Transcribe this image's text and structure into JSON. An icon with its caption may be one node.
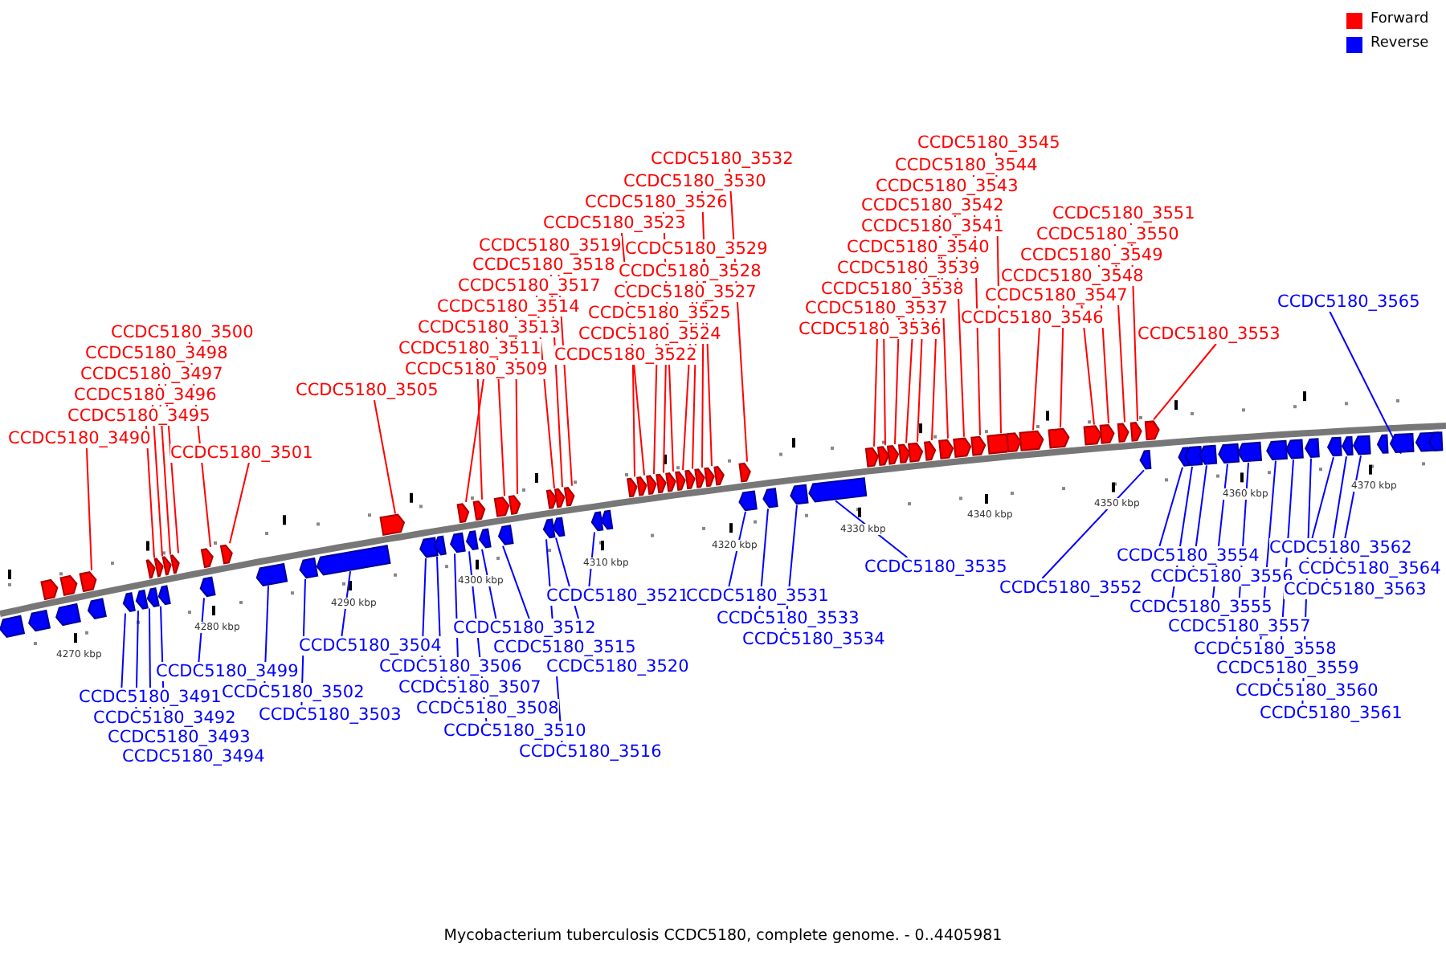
{
  "diagram": {
    "caption": "Mycobacterium tuberculosis CCDC5180, complete genome. - 0..4405981",
    "nodes": [
      {
        "text": [
          "CCDC5180_3490"
        ]
      },
      {
        "text": [
          "CCDC5180_3495"
        ]
      },
      {
        "text": [
          "CCDC5180_3496"
        ]
      },
      {
        "text": [
          "CCDC5180_3497"
        ]
      },
      {
        "text": [
          "CCDC5180_3498"
        ]
      },
      {
        "text": [
          "CCDC5180_3500"
        ]
      },
      {
        "text": [
          "CCDC5180_3501"
        ]
      },
      {
        "text": [
          "CCDC5180_3505"
        ]
      },
      {
        "text": [
          "CCDC5180_3509"
        ]
      },
      {
        "text": [
          "CCDC5180_3511"
        ]
      },
      {
        "text": [
          "CCDC5180_3513"
        ]
      },
      {
        "text": [
          "CCDC5180_3514"
        ]
      },
      {
        "text": [
          "CCDC5180_3517"
        ]
      },
      {
        "text": [
          "CCDC5180_3518"
        ]
      },
      {
        "text": [
          "CCDC5180_3519"
        ]
      },
      {
        "text": [
          "CCDC5180_3523"
        ]
      },
      {
        "text": [
          "CCDC5180_3526"
        ]
      },
      {
        "text": [
          "CCDC5180_3530"
        ]
      },
      {
        "text": [
          "CCDC5180_3532"
        ]
      },
      {
        "text": [
          "CCDC5180_3522"
        ]
      },
      {
        "text": [
          "CCDC5180_3524"
        ]
      },
      {
        "text": [
          "CCDC5180_3525"
        ]
      },
      {
        "text": [
          "CCDC5180_3527"
        ]
      },
      {
        "text": [
          "CCDC5180_3528"
        ]
      },
      {
        "text": [
          "CCDC5180_3529"
        ]
      },
      {
        "text": [
          "CCDC5180_3536"
        ]
      },
      {
        "text": [
          "CCDC5180_3537"
        ]
      },
      {
        "text": [
          "CCDC5180_3538"
        ]
      },
      {
        "text": [
          "CCDC5180_3539"
        ]
      },
      {
        "text": [
          "CCDC5180_3540"
        ]
      },
      {
        "text": [
          "CCDC5180_3541"
        ]
      },
      {
        "text": [
          "CCDC5180_3542"
        ]
      },
      {
        "text": [
          "CCDC5180_3543"
        ]
      },
      {
        "text": [
          "CCDC5180_3544"
        ]
      },
      {
        "text": [
          "CCDC5180_3545"
        ]
      },
      {
        "text": [
          "CCDC5180_3546"
        ]
      },
      {
        "text": [
          "CCDC5180_3547"
        ]
      },
      {
        "text": [
          "CCDC5180_3548"
        ]
      },
      {
        "text": [
          "CCDC5180_3549"
        ]
      },
      {
        "text": [
          "CCDC5180_3550"
        ]
      },
      {
        "text": [
          "CCDC5180_3551"
        ]
      },
      {
        "text": [
          "CCDC5180_3553"
        ]
      },
      {
        "text": [
          "CCDC5180_3565"
        ]
      },
      {
        "text": [
          "CCDC5180_3491"
        ]
      },
      {
        "text": [
          "CCDC5180_3492"
        ]
      },
      {
        "text": [
          "CCDC5180_3493"
        ]
      },
      {
        "text": [
          "CCDC5180_3494"
        ]
      },
      {
        "text": [
          "CCDC5180_3499"
        ]
      },
      {
        "text": [
          "CCDC5180_3502"
        ]
      },
      {
        "text": [
          "CCDC5180_3503"
        ]
      },
      {
        "text": [
          "CCDC5180_3504"
        ]
      },
      {
        "text": [
          "CCDC5180_3506"
        ]
      },
      {
        "text": [
          "CCDC5180_3507"
        ]
      },
      {
        "text": [
          "CCDC5180_3508"
        ]
      },
      {
        "text": [
          "CCDC5180_3510"
        ]
      },
      {
        "text": [
          "CCDC5180_3512"
        ]
      },
      {
        "text": [
          "CCDC5180_3515"
        ]
      },
      {
        "text": [
          "CCDC5180_3516"
        ]
      },
      {
        "text": [
          "CCDC5180_3520"
        ]
      },
      {
        "text": [
          "CCDC5180_3521"
        ]
      },
      {
        "text": [
          "CCDC5180_3531"
        ]
      },
      {
        "text": [
          "CCDC5180_3533"
        ]
      },
      {
        "text": [
          "CCDC5180_3534"
        ]
      },
      {
        "text": [
          "CCDC5180_3535"
        ]
      },
      {
        "text": [
          "CCDC5180_3552"
        ]
      },
      {
        "text": [
          "CCDC5180_3554"
        ]
      },
      {
        "text": [
          "CCDC5180_3555"
        ]
      },
      {
        "text": [
          "CCDC5180_3556"
        ]
      },
      {
        "text": [
          "CCDC5180_3557"
        ]
      },
      {
        "text": [
          "CCDC5180_3558"
        ]
      },
      {
        "text": [
          "CCDC5180_3559"
        ]
      },
      {
        "text": [
          "CCDC5180_3560"
        ]
      },
      {
        "text": [
          "CCDC5180_3561"
        ]
      },
      {
        "text": [
          "CCDC5180_3562"
        ]
      },
      {
        "text": [
          "CCDC5180_3563"
        ]
      },
      {
        "text": [
          "CCDC5180_3564"
        ]
      },
      {
        "text": [],
        "shape": "arrow"
      },
      {
        "text": [],
        "shape": "arrow"
      },
      {
        "text": [],
        "shape": "arrow"
      },
      {
        "text": [],
        "shape": "arrow"
      },
      {
        "text": [],
        "shape": "arrow"
      },
      {
        "text": [],
        "shape": "arrow"
      },
      {
        "text": [],
        "shape": "arrow"
      },
      {
        "text": [],
        "shape": "arrow"
      },
      {
        "text": [],
        "shape": "arrow"
      },
      {
        "text": [],
        "shape": "arrow"
      },
      {
        "text": [],
        "shape": "arrow"
      },
      {
        "text": [],
        "shape": "arrow"
      },
      {
        "text": [],
        "shape": "arrow"
      },
      {
        "text": [],
        "shape": "arrow"
      },
      {
        "text": [],
        "shape": "arrow"
      },
      {
        "text": [],
        "shape": "arrow"
      },
      {
        "text": [],
        "shape": "arrow"
      },
      {
        "text": [],
        "shape": "arrow"
      },
      {
        "text": [],
        "shape": "arrow"
      },
      {
        "text": [],
        "shape": "arrow"
      },
      {
        "text": [],
        "shape": "arrow"
      },
      {
        "text": [],
        "shape": "arrow"
      },
      {
        "text": [],
        "shape": "arrow"
      },
      {
        "text": [],
        "shape": "arrow"
      },
      {
        "text": [],
        "shape": "arrow"
      },
      {
        "text": [],
        "shape": "arrow"
      },
      {
        "text": [],
        "shape": "arrow"
      },
      {
        "text": [],
        "shape": "arrow"
      },
      {
        "text": [],
        "shape": "arrow"
      },
      {
        "text": [],
        "shape": "arrow"
      },
      {
        "text": [],
        "shape": "arrow"
      },
      {
        "text": [],
        "shape": "arrow"
      },
      {
        "text": [],
        "shape": "arrow"
      },
      {
        "text": [],
        "shape": "arrow"
      },
      {
        "text": [],
        "shape": "arrow"
      },
      {
        "text": [],
        "shape": "arrow"
      },
      {
        "text": [],
        "shape": "arrow"
      },
      {
        "text": [],
        "shape": "arrow"
      },
      {
        "text": [],
        "shape": "arrow"
      },
      {
        "text": [],
        "shape": "arrow"
      },
      {
        "text": [],
        "shape": "arrow"
      },
      {
        "text": [],
        "shape": "arrow"
      },
      {
        "text": [],
        "shape": "arrow"
      },
      {
        "text": [],
        "shape": "arrow"
      },
      {
        "text": [],
        "shape": "arrow"
      },
      {
        "text": [],
        "shape": "arrow"
      },
      {
        "text": [],
        "shape": "arrow"
      },
      {
        "text": [],
        "shape": "arrow"
      },
      {
        "text": [],
        "shape": "arrow"
      },
      {
        "text": [],
        "shape": "arrow"
      },
      {
        "text": [],
        "shape": "arrow"
      },
      {
        "text": [],
        "shape": "arrow"
      },
      {
        "text": [],
        "shape": "arrow"
      },
      {
        "text": [],
        "shape": "arrow"
      },
      {
        "text": [],
        "shape": "arrow"
      },
      {
        "text": [],
        "shape": "arrow"
      },
      {
        "text": [],
        "shape": "arrow"
      },
      {
        "text": [],
        "shape": "arrow"
      },
      {
        "text": [],
        "shape": "arrow"
      },
      {
        "text": [],
        "shape": "arrow"
      },
      {
        "text": [],
        "shape": "arrow"
      },
      {
        "text": [],
        "shape": "arrow"
      },
      {
        "text": [],
        "shape": "arrow"
      },
      {
        "text": [],
        "shape": "arrow"
      },
      {
        "text": [],
        "shape": "arrow"
      },
      {
        "text": [],
        "shape": "arrow"
      },
      {
        "text": [],
        "shape": "arrow"
      },
      {
        "text": [],
        "shape": "arrow"
      },
      {
        "text": [],
        "shape": "arrow"
      },
      {
        "text": [],
        "shape": "arrow"
      },
      {
        "text": [],
        "shape": "arrow"
      },
      {
        "text": [],
        "shape": "arrow"
      },
      {
        "text": [],
        "shape": "arrow"
      },
      {
        "text": [],
        "shape": "arrow"
      },
      {
        "text": [],
        "shape": "arrow"
      },
      {
        "text": [],
        "shape": "arrow"
      },
      {
        "text": [],
        "shape": "arrow"
      },
      {
        "text": [],
        "shape": "arrow"
      },
      {
        "text": [],
        "shape": "arrow"
      },
      {
        "text": [],
        "shape": "arrow"
      },
      {
        "text": [],
        "shape": "arrow"
      },
      {
        "text": [],
        "shape": "arrow"
      },
      {
        "text": [],
        "shape": "arrow"
      },
      {
        "text": [],
        "shape": "arrow"
      },
      {
        "text": [],
        "shape": "arrow"
      },
      {
        "text": [],
        "shape": "arrow"
      },
      {
        "text": [],
        "shape": "arrow"
      },
      {
        "text": [],
        "shape": "arrow"
      }
    ],
    "edges": [
      {
        "from": 0,
        "to": 78,
        "arrow": "none"
      },
      {
        "from": 1,
        "to": 79,
        "arrow": "none"
      },
      {
        "from": 2,
        "to": 80,
        "arrow": "none"
      },
      {
        "from": 3,
        "to": 81,
        "arrow": "none"
      },
      {
        "from": 4,
        "to": 82,
        "arrow": "none"
      },
      {
        "from": 5,
        "to": 83,
        "arrow": "none"
      },
      {
        "from": 6,
        "to": 84,
        "arrow": "none"
      },
      {
        "from": 7,
        "to": 85,
        "arrow": "none"
      },
      {
        "from": 8,
        "to": 86,
        "arrow": "none"
      },
      {
        "from": 9,
        "to": 87,
        "arrow": "none"
      },
      {
        "from": 10,
        "to": 88,
        "arrow": "none"
      },
      {
        "from": 11,
        "to": 89,
        "arrow": "none"
      },
      {
        "from": 12,
        "to": 90,
        "arrow": "none"
      },
      {
        "from": 13,
        "to": 91,
        "arrow": "none"
      },
      {
        "from": 14,
        "to": 92,
        "arrow": "none"
      },
      {
        "from": 15,
        "to": 94,
        "arrow": "none"
      },
      {
        "from": 16,
        "to": 97,
        "arrow": "none"
      },
      {
        "from": 17,
        "to": 101,
        "arrow": "none"
      },
      {
        "from": 18,
        "to": 103,
        "arrow": "none"
      },
      {
        "from": 19,
        "to": 93,
        "arrow": "none"
      },
      {
        "from": 20,
        "to": 95,
        "arrow": "none"
      },
      {
        "from": 21,
        "to": 96,
        "arrow": "none"
      },
      {
        "from": 22,
        "to": 98,
        "arrow": "none"
      },
      {
        "from": 23,
        "to": 99,
        "arrow": "none"
      },
      {
        "from": 24,
        "to": 100,
        "arrow": "none"
      },
      {
        "from": 25,
        "to": 104,
        "arrow": "none"
      },
      {
        "from": 26,
        "to": 105,
        "arrow": "none"
      },
      {
        "from": 27,
        "to": 106,
        "arrow": "none"
      },
      {
        "from": 28,
        "to": 107,
        "arrow": "none"
      },
      {
        "from": 29,
        "to": 108,
        "arrow": "none"
      },
      {
        "from": 30,
        "to": 109,
        "arrow": "none"
      },
      {
        "from": 31,
        "to": 110,
        "arrow": "none"
      },
      {
        "from": 32,
        "to": 111,
        "arrow": "none"
      },
      {
        "from": 33,
        "to": 112,
        "arrow": "none"
      },
      {
        "from": 34,
        "to": 113,
        "arrow": "none"
      },
      {
        "from": 35,
        "to": 115,
        "arrow": "none"
      },
      {
        "from": 36,
        "to": 116,
        "arrow": "none"
      },
      {
        "from": 37,
        "to": 117,
        "arrow": "none"
      },
      {
        "from": 38,
        "to": 118,
        "arrow": "none"
      },
      {
        "from": 39,
        "to": 119,
        "arrow": "none"
      },
      {
        "from": 40,
        "to": 120,
        "arrow": "none"
      },
      {
        "from": 41,
        "to": 121,
        "arrow": "none"
      },
      {
        "from": 42,
        "to": 161,
        "arrow": "none",
        "color": "#0000ff"
      },
      {
        "from": 43,
        "to": 126,
        "arrow": "none",
        "color": "#0000ff"
      },
      {
        "from": 44,
        "to": 127,
        "arrow": "none",
        "color": "#0000ff"
      },
      {
        "from": 45,
        "to": 128,
        "arrow": "none",
        "color": "#0000ff"
      },
      {
        "from": 46,
        "to": 129,
        "arrow": "none",
        "color": "#0000ff"
      },
      {
        "from": 47,
        "to": 130,
        "arrow": "none",
        "color": "#0000ff"
      },
      {
        "from": 48,
        "to": 131,
        "arrow": "none",
        "color": "#0000ff"
      },
      {
        "from": 49,
        "to": 132,
        "arrow": "none",
        "color": "#0000ff"
      },
      {
        "from": 50,
        "to": 133,
        "arrow": "none",
        "color": "#0000ff"
      },
      {
        "from": 51,
        "to": 134,
        "arrow": "none",
        "color": "#0000ff"
      },
      {
        "from": 52,
        "to": 135,
        "arrow": "none",
        "color": "#0000ff"
      },
      {
        "from": 53,
        "to": 136,
        "arrow": "none",
        "color": "#0000ff"
      },
      {
        "from": 54,
        "to": 137,
        "arrow": "none",
        "color": "#0000ff"
      },
      {
        "from": 55,
        "to": 138,
        "arrow": "none",
        "color": "#0000ff"
      },
      {
        "from": 56,
        "to": 139,
        "arrow": "none",
        "color": "#0000ff"
      },
      {
        "from": 57,
        "to": 140,
        "arrow": "none",
        "color": "#0000ff"
      },
      {
        "from": 58,
        "to": 141,
        "arrow": "none",
        "color": "#0000ff"
      },
      {
        "from": 59,
        "to": 142,
        "arrow": "none",
        "color": "#0000ff"
      },
      {
        "from": 60,
        "to": 144,
        "arrow": "none",
        "color": "#0000ff"
      },
      {
        "from": 61,
        "to": 145,
        "arrow": "none",
        "color": "#0000ff"
      },
      {
        "from": 62,
        "to": 146,
        "arrow": "none",
        "color": "#0000ff"
      },
      {
        "from": 63,
        "to": 147,
        "arrow": "none",
        "color": "#0000ff"
      },
      {
        "from": 64,
        "to": 148,
        "arrow": "none",
        "color": "#0000ff"
      },
      {
        "from": 65,
        "to": 149,
        "arrow": "none",
        "color": "#0000ff"
      },
      {
        "from": 66,
        "to": 150,
        "arrow": "none",
        "color": "#0000ff"
      },
      {
        "from": 67,
        "to": 151,
        "arrow": "none",
        "color": "#0000ff"
      },
      {
        "from": 68,
        "to": 152,
        "arrow": "none",
        "color": "#0000ff"
      },
      {
        "from": 69,
        "to": 153,
        "arrow": "none",
        "color": "#0000ff"
      },
      {
        "from": 70,
        "to": 154,
        "arrow": "none",
        "color": "#0000ff"
      },
      {
        "from": 71,
        "to": 155,
        "arrow": "none",
        "color": "#0000ff"
      },
      {
        "from": 72,
        "to": 156,
        "arrow": "none",
        "color": "#0000ff"
      },
      {
        "from": 73,
        "to": 157,
        "arrow": "none",
        "color": "#0000ff"
      },
      {
        "from": 74,
        "to": 158,
        "arrow": "none",
        "color": "#0000ff"
      },
      {
        "from": 75,
        "to": 159,
        "arrow": "none",
        "color": "#0000ff"
      }
    ],
    "labels": [
      "4270 kbp",
      "4280 kbp",
      "4290 kbp",
      "4300 kbp",
      "4310 kbp",
      "4320 kbp",
      "4330 kbp",
      "4340 kbp",
      "4350 kbp",
      "4360 kbp",
      "4370 kbp"
    ],
    "legend": [
      {
        "text": "Forward",
        "color": "#ff0000"
      },
      {
        "text": "Reverse",
        "color": "#0000ff"
      }
    ]
  }
}
